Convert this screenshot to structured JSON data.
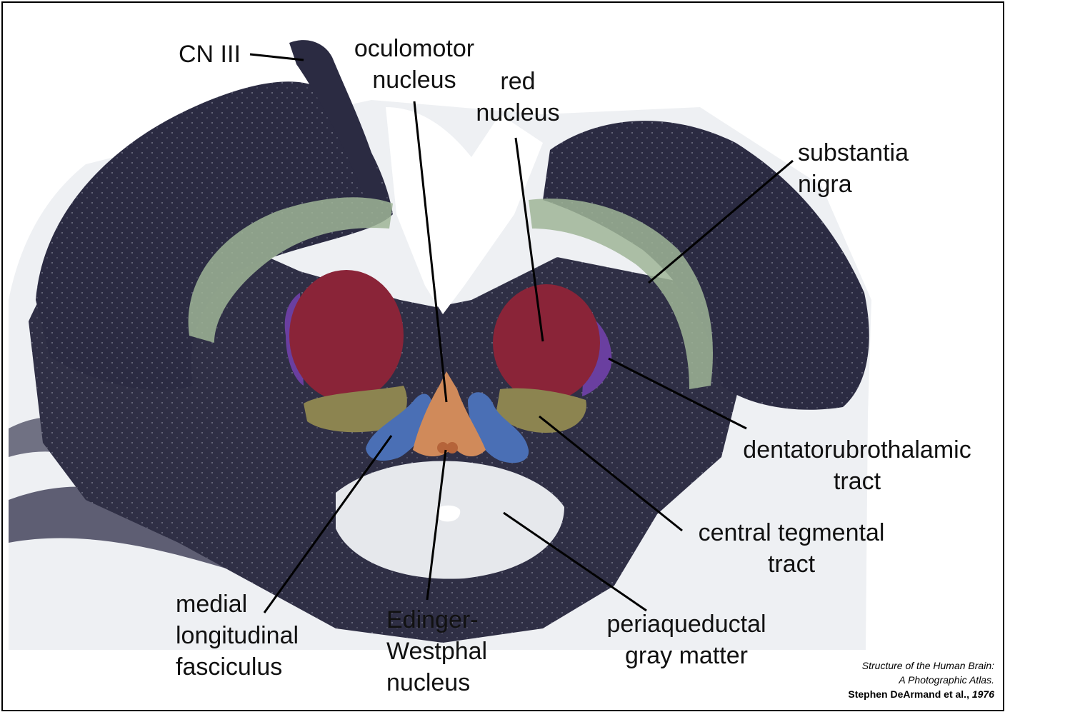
{
  "labels": {
    "cn3": "CN III",
    "oculomotor_nucleus": [
      "oculomotor",
      "nucleus"
    ],
    "red_nucleus": [
      "red",
      "nucleus"
    ],
    "substantia_nigra": [
      "substantia",
      "nigra"
    ],
    "dentatorubrothalamic_tract": [
      "dentatorubrothalamic",
      "tract"
    ],
    "central_tegmental_tract": [
      "central tegmental",
      "tract"
    ],
    "periaqueductal_gray": [
      "periaqueductal",
      "gray matter"
    ],
    "edinger_westphal": [
      "Edinger-",
      "Westphal",
      "nucleus"
    ],
    "mlf": [
      "medial",
      "longitudinal",
      "fasciculus"
    ]
  },
  "citation": {
    "line1": "Structure of the Human Brain:",
    "line2": "A Photographic Atlas.",
    "line3_author": "Stephen DeArmand et al., ",
    "line3_year": "1976"
  },
  "colors": {
    "tissue": "#2f2f45",
    "substantia_nigra": "#9fb596",
    "red_nucleus": "#8a2438",
    "dentatorubrothalamic": "#6a3fa0",
    "central_tegmental": "#8c8450",
    "mlf": "#4a6fb5",
    "oculomotor": "#d08a5a",
    "edinger_westphal": "#b5643a",
    "periaqueductal": "#e6e8ec"
  }
}
